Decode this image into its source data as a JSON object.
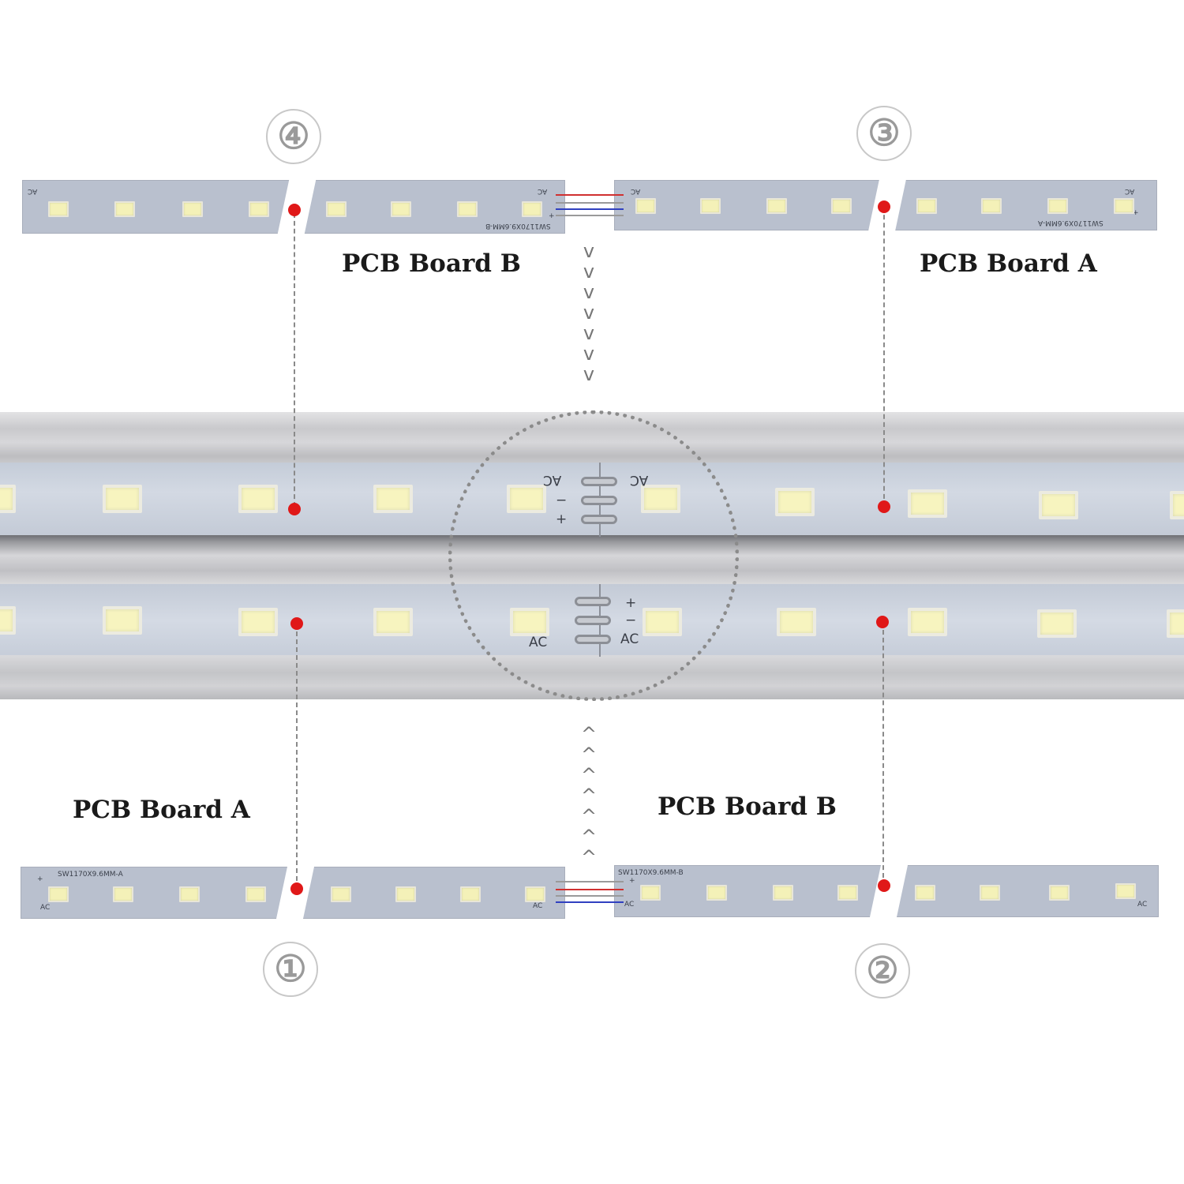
{
  "labels": {
    "top_left": "PCB Board B",
    "top_right": "PCB Board A",
    "bottom_left": "PCB Board A",
    "bottom_right": "PCB Board B"
  },
  "numbers": {
    "n1": "①",
    "n2": "②",
    "n3": "③",
    "n4": "④"
  },
  "strip_text": {
    "ac": "AC",
    "plus": "+",
    "minus": "−",
    "model_a": "SW1170X9.6MM-A",
    "model_b": "SW1170X9.6MM-B"
  },
  "chevrons": {
    "down": "v",
    "up": "^"
  },
  "colors": {
    "dot": "#e01818",
    "wire_red": "#d03030",
    "wire_blue": "#3040c0",
    "wire_white": "#9a9a9a"
  }
}
